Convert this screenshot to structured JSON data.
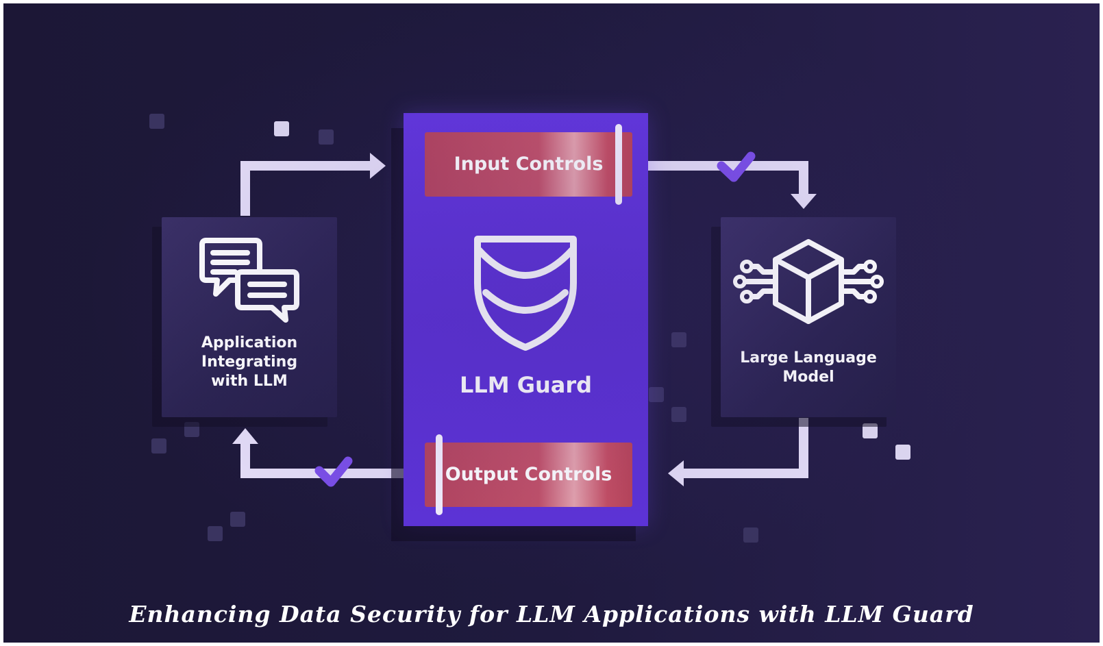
{
  "nodes": {
    "application": {
      "label": "Application\nIntegrating\nwith LLM",
      "icon": "chat-bubbles-icon"
    },
    "guard": {
      "title": "LLM Guard",
      "icon": "shield-icon"
    },
    "input_controls": {
      "label": "Input Controls"
    },
    "output_controls": {
      "label": "Output Controls"
    },
    "llm": {
      "label": "Large Language\nModel",
      "icon": "cube-circuit-icon"
    }
  },
  "caption": "Enhancing Data Security for LLM Applications with LLM Guard",
  "colors": {
    "background": "#1f1a3e",
    "guard_panel": "#5f34da",
    "control_box": "#c04d63",
    "arrow": "#e4ddf7",
    "checkmark": "#7b4fe8"
  }
}
